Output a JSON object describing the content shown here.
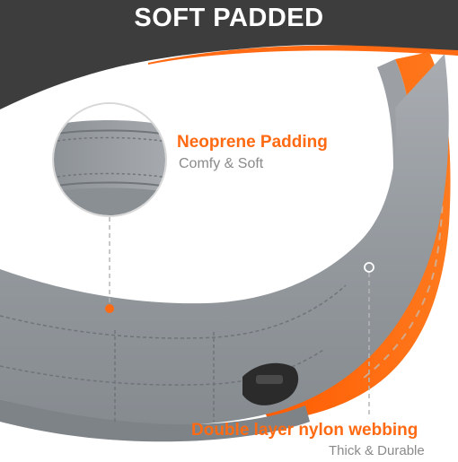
{
  "banner": {
    "title": "SOFT PADDED"
  },
  "callouts": [
    {
      "heading": "Neoprene Padding",
      "subheading": "Comfy & Soft"
    },
    {
      "heading": "Double layer nylon webbing",
      "subheading": "Thick & Durable"
    }
  ],
  "colors": {
    "banner": "#3d3d3d",
    "accent_orange": "#ff6a13",
    "padding_gray": "#9a9ea3",
    "subtext_gray": "#8a8a8a",
    "background": "#ffffff"
  }
}
